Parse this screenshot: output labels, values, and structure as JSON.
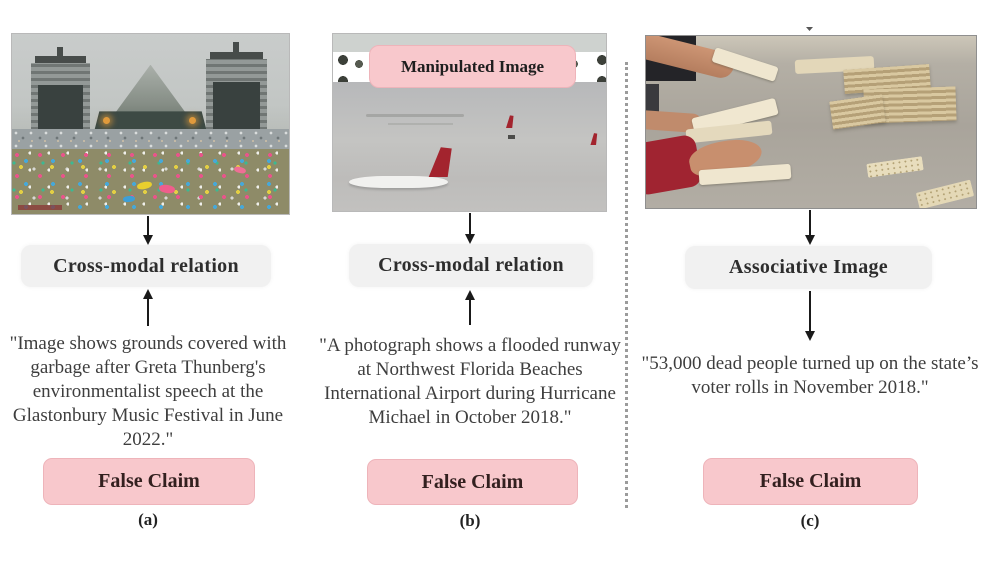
{
  "figure": {
    "panels": [
      {
        "caption": "(a)",
        "photo": "glastonbury-festival-litter-photo",
        "relation": "Cross-modal relation",
        "claim": "\"Image shows grounds covered with garbage after Greta Thunberg's environmentalist speech at the Glastonbury Music Festival in June 2022.\"",
        "verdict": "False Claim"
      },
      {
        "caption": "(b)",
        "photo": "flooded-airport-runway-photo",
        "badge": "Manipulated Image",
        "relation": "Cross-modal relation",
        "claim": "\"A photograph shows a flooded runway at Northwest Florida Beaches International Airport during Hurricane Michael in October 2018.\"",
        "verdict": "False Claim"
      },
      {
        "caption": "(c)",
        "photo": "ballot-counting-hands-photo",
        "relation": "Associative Image",
        "claim": "\"53,000 dead people turned up on the state’s voter rolls in November 2018.\"",
        "verdict": "False Claim"
      }
    ],
    "colors": {
      "pink_pill": "#f8c8cc",
      "relation_box": "#f1f1f1",
      "claim_text": "#3e3e3e",
      "verdict_text": "#33201f",
      "arrow": "#1a1a1a",
      "separator_dots": "#9b9b9b"
    }
  }
}
